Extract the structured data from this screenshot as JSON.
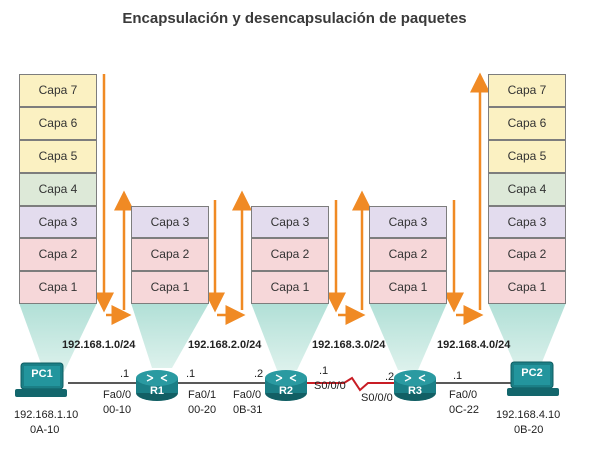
{
  "title": "Encapsulación y desencapsulación de paquetes",
  "stacks": {
    "pc1": [
      "Capa 7",
      "Capa 6",
      "Capa 5",
      "Capa 4",
      "Capa 3",
      "Capa 2",
      "Capa 1"
    ],
    "r1": [
      "Capa 3",
      "Capa 2",
      "Capa 1"
    ],
    "r2": [
      "Capa 3",
      "Capa 2",
      "Capa 1"
    ],
    "r3": [
      "Capa 3",
      "Capa 2",
      "Capa 1"
    ],
    "pc2": [
      "Capa 7",
      "Capa 6",
      "Capa 5",
      "Capa 4",
      "Capa 3",
      "Capa 2",
      "Capa 1"
    ]
  },
  "networks": [
    "192.168.1.0/24",
    "192.168.2.0/24",
    "192.168.3.0/24",
    "192.168.4.0/24"
  ],
  "devices": {
    "pc1": {
      "name": "PC1",
      "ip": "192.168.1.10",
      "mac": "0A-10"
    },
    "r1": {
      "name": "R1",
      "host_left": ".1",
      "host_right": ".1",
      "if_left": "Fa0/0",
      "mac_left": "00-10",
      "if_right": "Fa0/1",
      "mac_right": "00-20"
    },
    "r2": {
      "name": "R2",
      "host_left": ".2",
      "host_right": ".1",
      "if_left": "Fa0/0",
      "mac_left": "0B-31",
      "if_right": "S0/0/0"
    },
    "r3": {
      "name": "R3",
      "host_left": ".2",
      "host_right": ".1",
      "if_left": "S0/0/0",
      "if_right": "Fa0/0",
      "mac_right": "0C-22"
    },
    "pc2": {
      "name": "PC2",
      "ip": "192.168.4.10",
      "mac": "0B-20"
    }
  },
  "colors": {
    "orange_arrow": "#f08a24",
    "beam": "#9fd3c9",
    "device_teal": "#1b7f86",
    "serial_link": "#c81d25"
  }
}
